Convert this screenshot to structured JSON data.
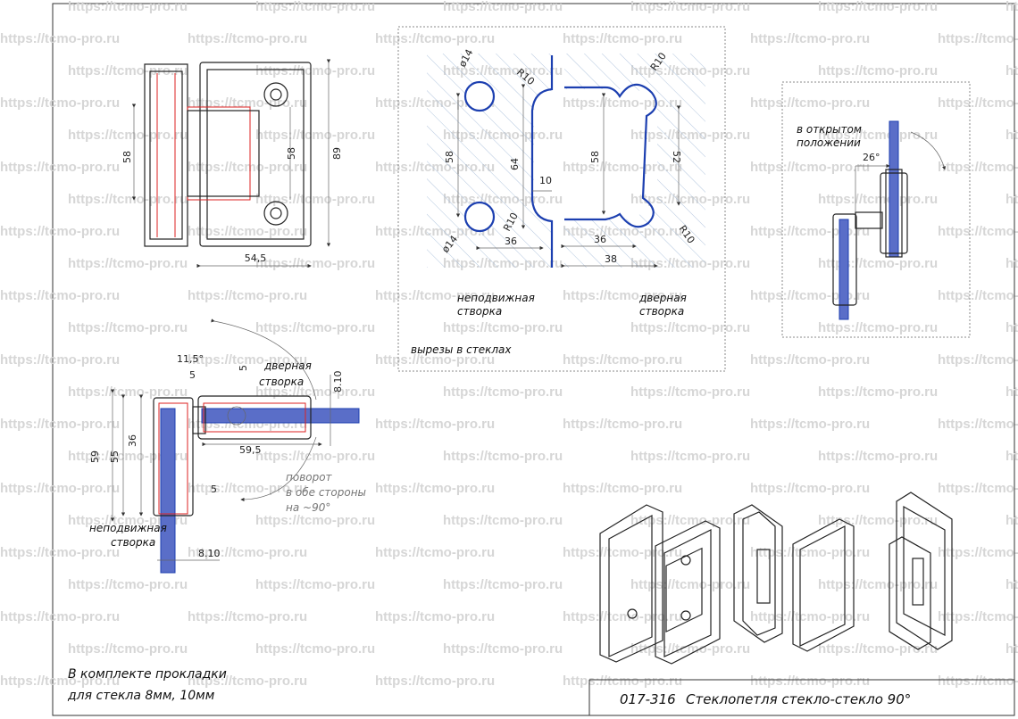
{
  "watermark": "https://tcmo-pro.ru",
  "top_view": {
    "dim_height_left": "58",
    "dim_height_inner": "58",
    "dim_height_total": "89",
    "dim_width": "54,5"
  },
  "cutouts": {
    "dim_dia_top": "ø14",
    "dim_dia_bottom": "ø14",
    "dim_r_top_left": "R10",
    "dim_r_bottom_left": "R10",
    "dim_r_top_right": "R10",
    "dim_r_bottom_right": "R10",
    "dim_58_left": "58",
    "dim_64": "64",
    "dim_10": "10",
    "dim_36_left": "36",
    "dim_58_right": "58",
    "dim_52": "52",
    "dim_36_right": "36",
    "dim_38": "38",
    "label_fixed": [
      "неподвижная",
      "створка"
    ],
    "label_door": [
      "дверная",
      "створка"
    ],
    "caption": "вырезы в стеклах"
  },
  "open_view": {
    "label": [
      "в открытом",
      "положении"
    ],
    "angle": "26°"
  },
  "section_view": {
    "angle": "11,5°",
    "dim_5_top": "5",
    "dim_5_side": "5",
    "dim_5_bottom": "5",
    "dim_810_top": "8.10",
    "dim_810_bottom": "8.10",
    "dim_59": "59",
    "dim_55": "55",
    "dim_36": "36",
    "dim_595": "59,5",
    "label_door": [
      "дверная",
      "створка"
    ],
    "label_fixed": [
      "неподвижная",
      "створка"
    ],
    "rotation_note": [
      "поворот",
      "в обе стороны",
      "на ~90°"
    ]
  },
  "note": [
    "В комплекте прокладки",
    "для стекла 8мм, 10мм"
  ],
  "title_block": {
    "code": "017-316",
    "name": "Стеклопетля стекло-стекло 90°"
  },
  "colors": {
    "glass": "#1c3fb0",
    "seal": "#dd2222",
    "hatch": "#9fb8d6"
  }
}
